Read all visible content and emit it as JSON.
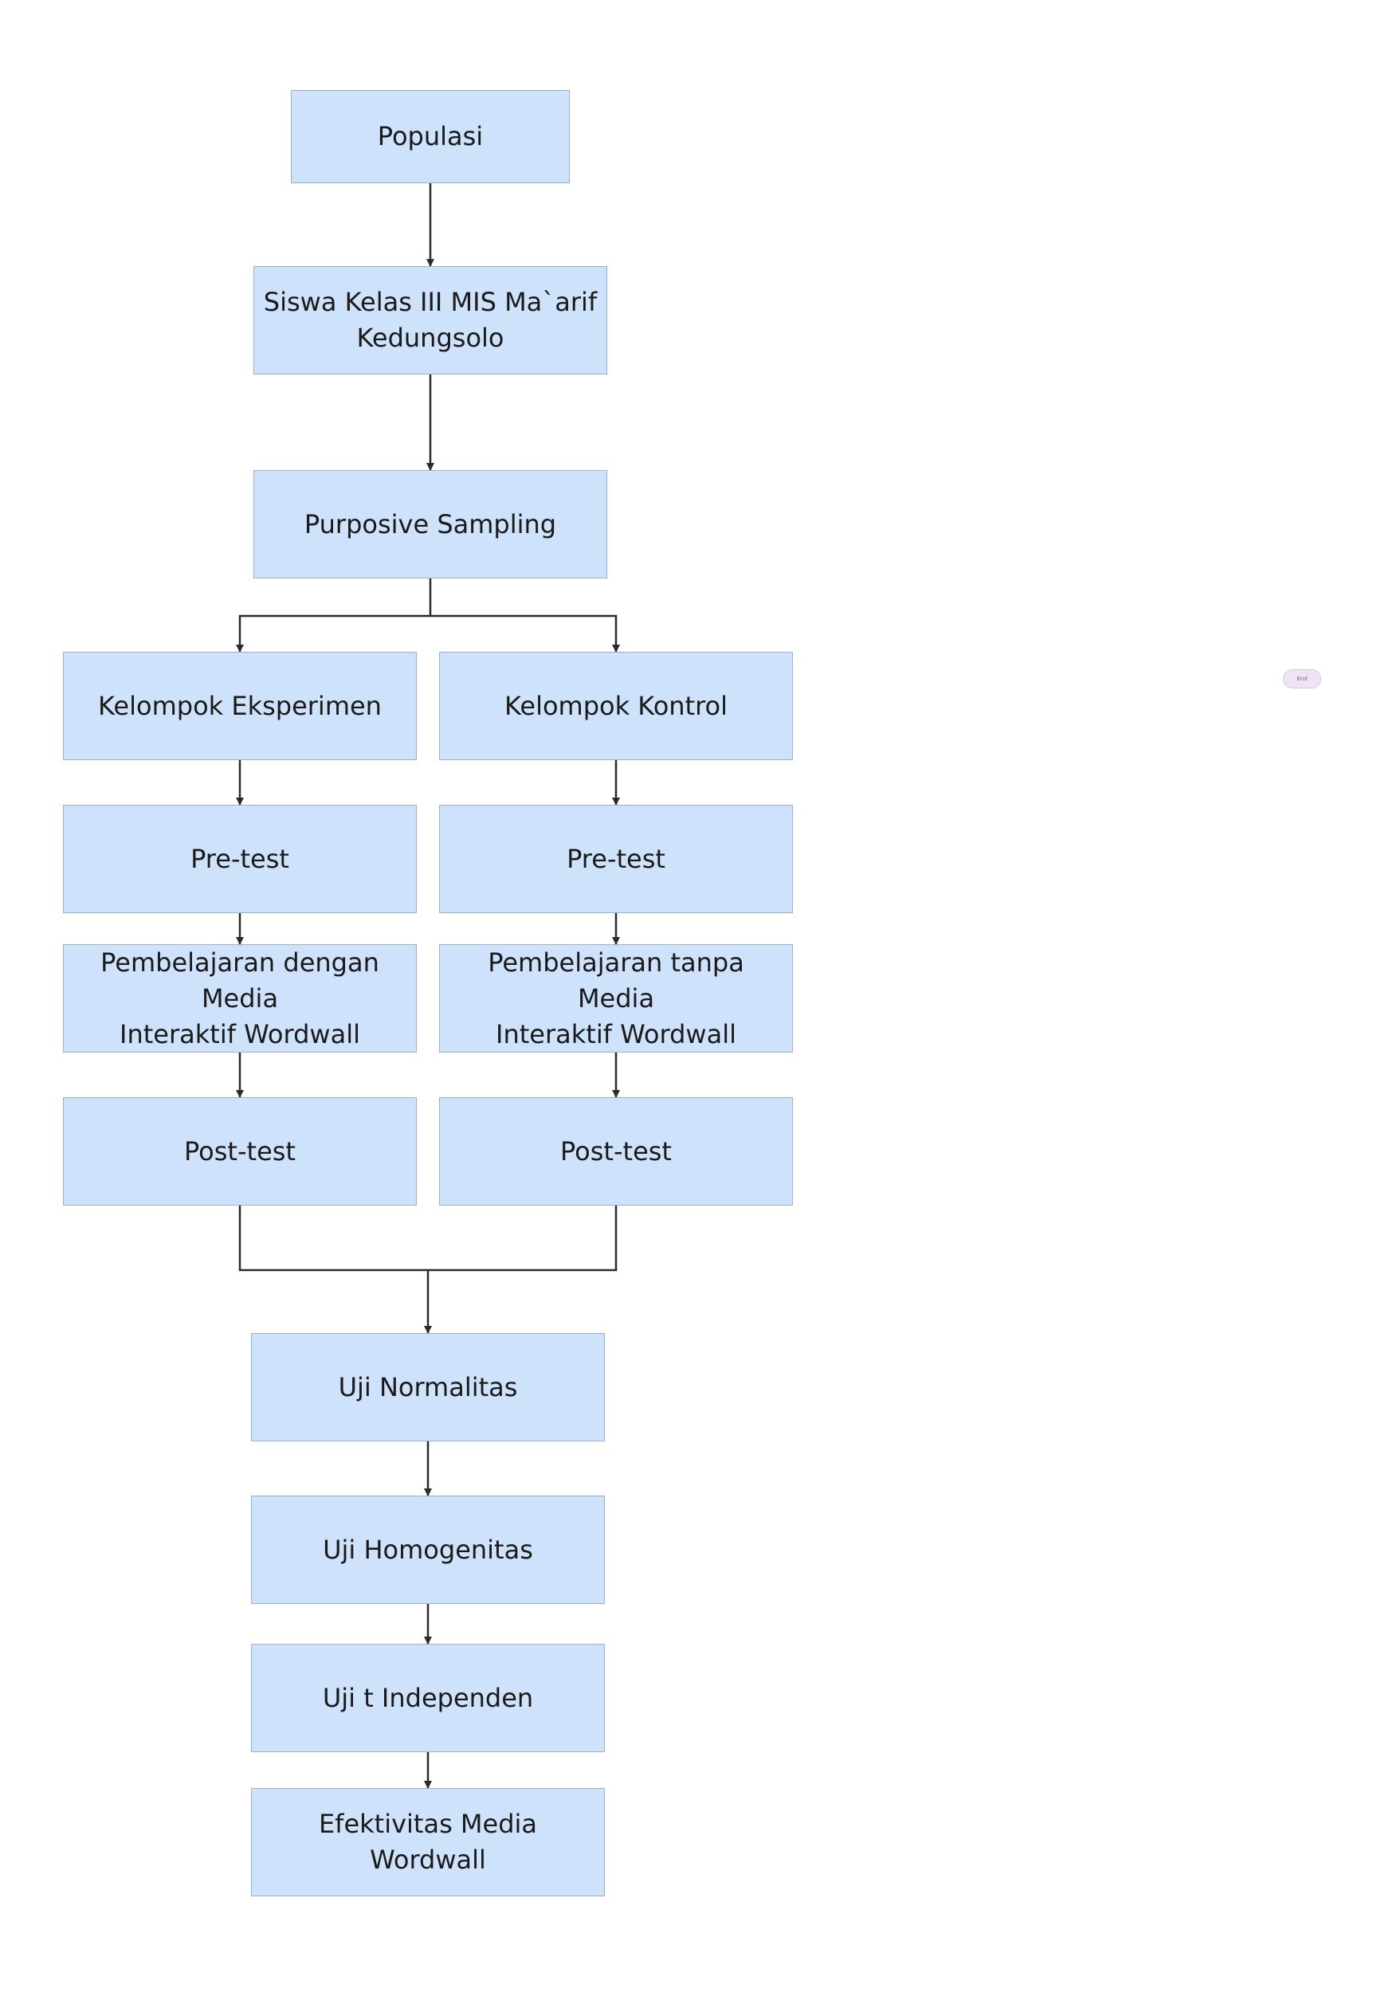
{
  "diagram": {
    "type": "flowchart",
    "colors": {
      "node_fill": "#cfe2fb",
      "node_border": "#9cb0cc",
      "connector": "#2b2b2b",
      "end_fill": "#efe4f6"
    },
    "nodes": {
      "populasi": "Populasi",
      "siswa": "Siswa Kelas III MIS Ma`arif\nKedungsolo",
      "purposive": "Purposive Sampling",
      "eksperimen": "Kelompok Eksperimen",
      "kontrol": "Kelompok Kontrol",
      "pretest_eksperimen": "Pre-test",
      "pretest_kontrol": "Pre-test",
      "pembelajaran_eksperimen": "Pembelajaran dengan Media\nInteraktif Wordwall",
      "pembelajaran_kontrol": "Pembelajaran tanpa Media\nInteraktif Wordwall",
      "posttest_eksperimen": "Post-test",
      "posttest_kontrol": "Post-test",
      "normalitas": "Uji Normalitas",
      "homogenitas": "Uji Homogenitas",
      "uji_t": "Uji t Independen",
      "efektivitas": "Efektivitas Media Wordwall"
    },
    "end_label": "End",
    "edges": [
      [
        "populasi",
        "siswa"
      ],
      [
        "siswa",
        "purposive"
      ],
      [
        "purposive",
        "eksperimen"
      ],
      [
        "purposive",
        "kontrol"
      ],
      [
        "eksperimen",
        "pretest_eksperimen"
      ],
      [
        "kontrol",
        "pretest_kontrol"
      ],
      [
        "pretest_eksperimen",
        "pembelajaran_eksperimen"
      ],
      [
        "pretest_kontrol",
        "pembelajaran_kontrol"
      ],
      [
        "pembelajaran_eksperimen",
        "posttest_eksperimen"
      ],
      [
        "pembelajaran_kontrol",
        "posttest_kontrol"
      ],
      [
        "posttest_eksperimen",
        "normalitas"
      ],
      [
        "posttest_kontrol",
        "normalitas"
      ],
      [
        "normalitas",
        "homogenitas"
      ],
      [
        "homogenitas",
        "uji_t"
      ],
      [
        "uji_t",
        "efektivitas"
      ]
    ]
  }
}
